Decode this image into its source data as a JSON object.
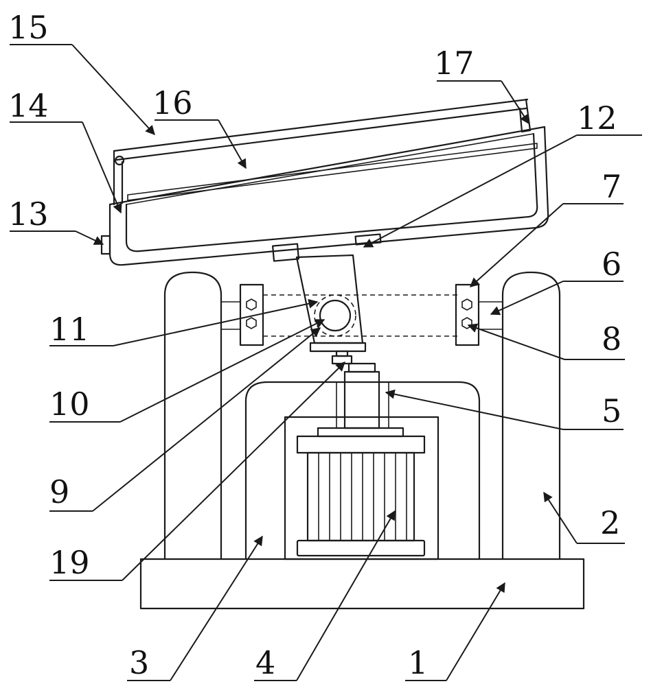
{
  "labels": {
    "l1": "1",
    "l2": "2",
    "l3": "3",
    "l4": "4",
    "l5": "5",
    "l6": "6",
    "l7": "7",
    "l8": "8",
    "l9": "9",
    "l10": "10",
    "l11": "11",
    "l12": "12",
    "l13": "13",
    "l14": "14",
    "l15": "15",
    "l16": "16",
    "l17": "17",
    "l19": "19"
  },
  "colors": {
    "line": "#1a1a1a",
    "background": "#ffffff"
  }
}
